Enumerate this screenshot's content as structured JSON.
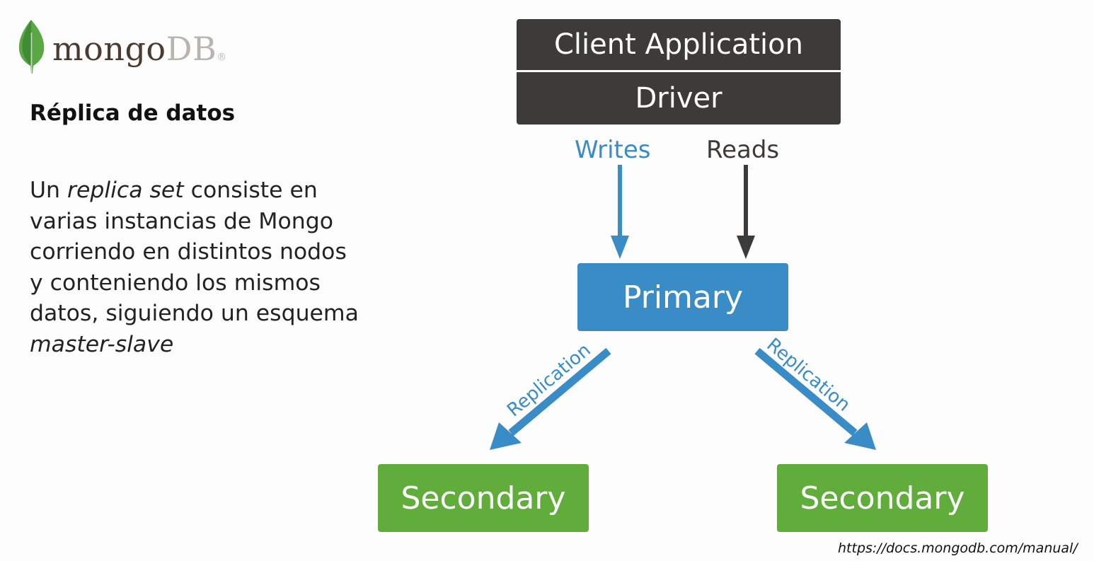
{
  "logo": {
    "text_main": "mongo",
    "text_accent": "DB",
    "mark": "®",
    "icon": "mongodb-leaf-icon"
  },
  "heading": "Réplica de datos",
  "body": {
    "p1": "Un ",
    "em1": "replica set",
    "p2": " consiste en varias instancias de Mongo corriendo en distintos nodos y conteniendo los mismos datos, siguiendo un esquema ",
    "em2": "master-slave"
  },
  "diagram": {
    "client_label": "Client Application",
    "driver_label": "Driver",
    "writes_label": "Writes",
    "reads_label": "Reads",
    "primary_label": "Primary",
    "replication_left_label": "Replication",
    "replication_right_label": "Replication",
    "secondary_left_label": "Secondary",
    "secondary_right_label": "Secondary"
  },
  "source": "https://docs.mongodb.com/manual/",
  "colors": {
    "primary_blue": "#3a8cc7",
    "secondary_green": "#61ad3c",
    "client_dark": "#3d3b39",
    "leaf_green": "#4caf50"
  }
}
